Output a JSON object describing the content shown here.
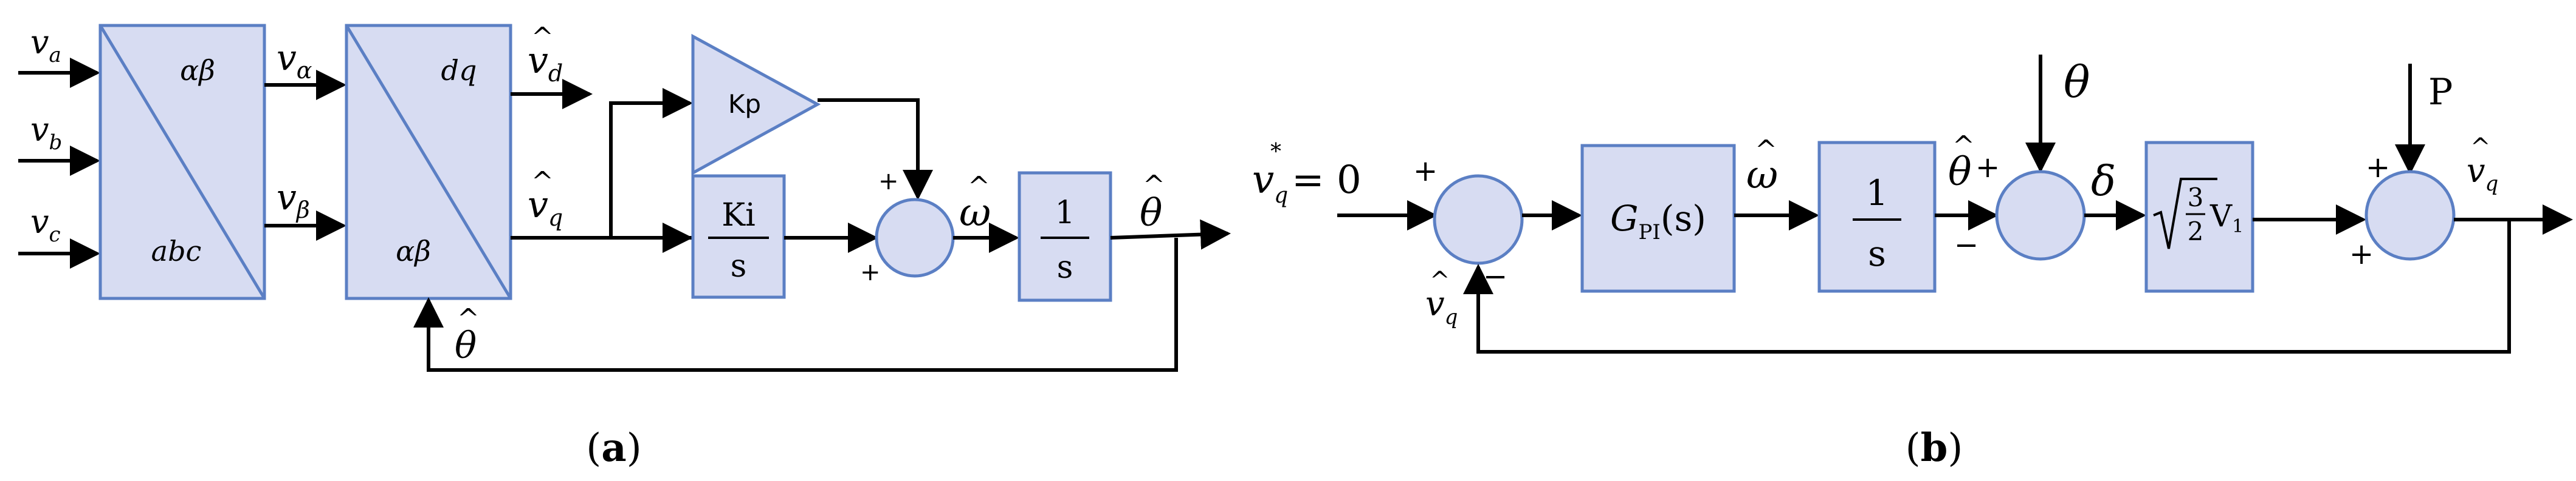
{
  "panel_a": {
    "caption": {
      "open": "(",
      "letter": "a",
      "close": ")"
    },
    "inputs": [
      {
        "base": "v",
        "sub": "a"
      },
      {
        "base": "v",
        "sub": "b"
      },
      {
        "base": "v",
        "sub": "c"
      }
    ],
    "clarke_block": {
      "top_label": "αβ",
      "bottom_label": "abc"
    },
    "park_block": {
      "top_label": "dq",
      "bottom_label": "αβ"
    },
    "v_alpha": {
      "base": "v",
      "sub": "α"
    },
    "v_beta": {
      "base": "v",
      "sub": "β"
    },
    "vd_hat": {
      "base": "v",
      "hat": "^",
      "sub": "d"
    },
    "vq_hat": {
      "base": "v",
      "hat": "^",
      "sub": "q"
    },
    "kp_label": "Kp",
    "ki_block": {
      "num": "Ki",
      "den": "s"
    },
    "sum_signs": {
      "top": "+",
      "bottom": "+"
    },
    "omega_hat": {
      "base": "ω",
      "hat": "^"
    },
    "integrator": {
      "num": "1",
      "den": "s"
    },
    "theta_hat_out": {
      "base": "θ",
      "hat": "^"
    },
    "theta_hat_feedback": {
      "base": "θ",
      "hat": "^"
    }
  },
  "panel_b": {
    "caption": {
      "open": "(",
      "letter": "b",
      "close": ")"
    },
    "ref": {
      "base": "v",
      "sub": "q",
      "sup": "*",
      "eq": "= 0"
    },
    "sum1_signs": {
      "left": "+",
      "bottom": "−"
    },
    "vq_hat_feedback": {
      "base": "v",
      "hat": "^",
      "sub": "q"
    },
    "gpi_block": {
      "main": "G",
      "sub": "PI",
      "arg": "(s)"
    },
    "omega_hat": {
      "base": "ω",
      "hat": "^"
    },
    "integrator": {
      "num": "1",
      "den": "s"
    },
    "theta_hat": {
      "base": "θ",
      "hat": "^",
      "sign": "+"
    },
    "theta_input": "θ",
    "sum2_bottom_sign": "−",
    "delta": "δ",
    "gain_block": {
      "num": "3",
      "den": "2",
      "tail": "V",
      "tail_sub": "1"
    },
    "p_input": "P",
    "sum3_signs": {
      "top": "+",
      "bottom": "+"
    },
    "vq_hat_out": {
      "base": "v",
      "hat": "^",
      "sub": "q"
    }
  }
}
